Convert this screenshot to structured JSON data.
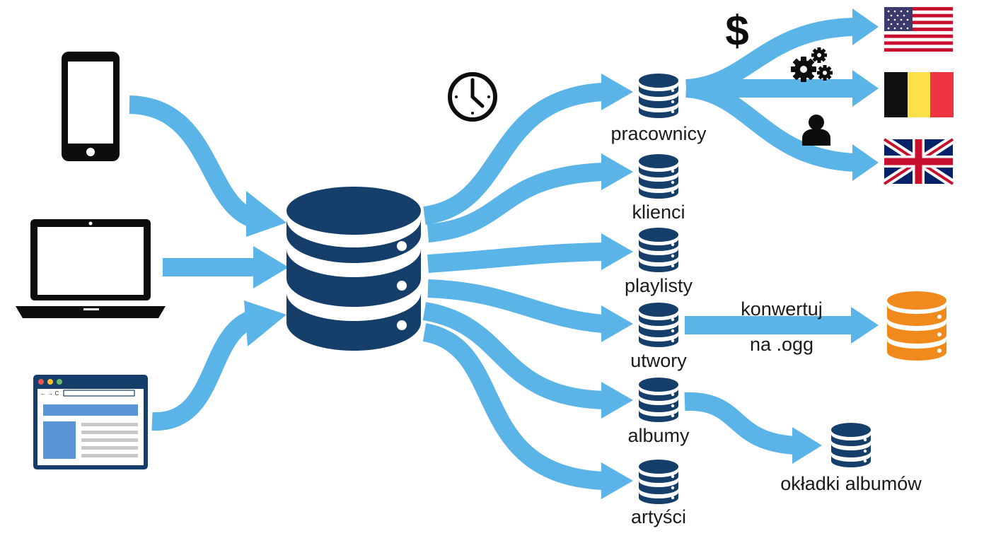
{
  "sources": [
    {
      "icon": "smartphone-icon"
    },
    {
      "icon": "laptop-icon"
    },
    {
      "icon": "web-browser-icon"
    }
  ],
  "central_database": {
    "icon": "database-icon",
    "color": "#163e6b"
  },
  "time_icon": "clock-icon",
  "tables": [
    {
      "label": "pracownicy"
    },
    {
      "label": "klienci"
    },
    {
      "label": "playlisty"
    },
    {
      "label": "utwory"
    },
    {
      "label": "albumy"
    },
    {
      "label": "artyści"
    }
  ],
  "employee_branches": {
    "icons": [
      "dollar-icon",
      "gears-icon",
      "person-icon"
    ],
    "flags": [
      "usa-flag-icon",
      "belgium-flag-icon",
      "uk-flag-icon"
    ]
  },
  "conversion": {
    "label_top": "konwertuj",
    "label_bottom": "na .ogg",
    "target_icon": "database-icon",
    "target_color": "#f18a1c"
  },
  "album_covers": {
    "label": "okładki albumów"
  },
  "colors": {
    "arrow": "#5ab4e8",
    "database": "#163e6b",
    "orange_database": "#f18a1c"
  }
}
